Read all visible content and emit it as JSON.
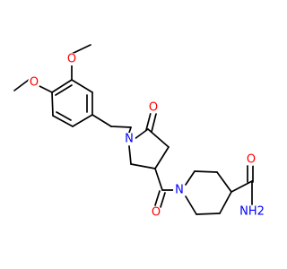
{
  "molecule": {
    "labels": {
      "ome_top_o": "O",
      "ome_bottom_o": "O",
      "pyrrolidine_n": "N",
      "lactam_o": "O",
      "amide_o": "O",
      "piperidine_n": "N",
      "carboxamide_o": "O",
      "carboxamide_nh2": "NH2"
    },
    "colors": {
      "bond": "#000000",
      "oxygen": "#ff0000",
      "nitrogen": "#0000ff"
    }
  }
}
